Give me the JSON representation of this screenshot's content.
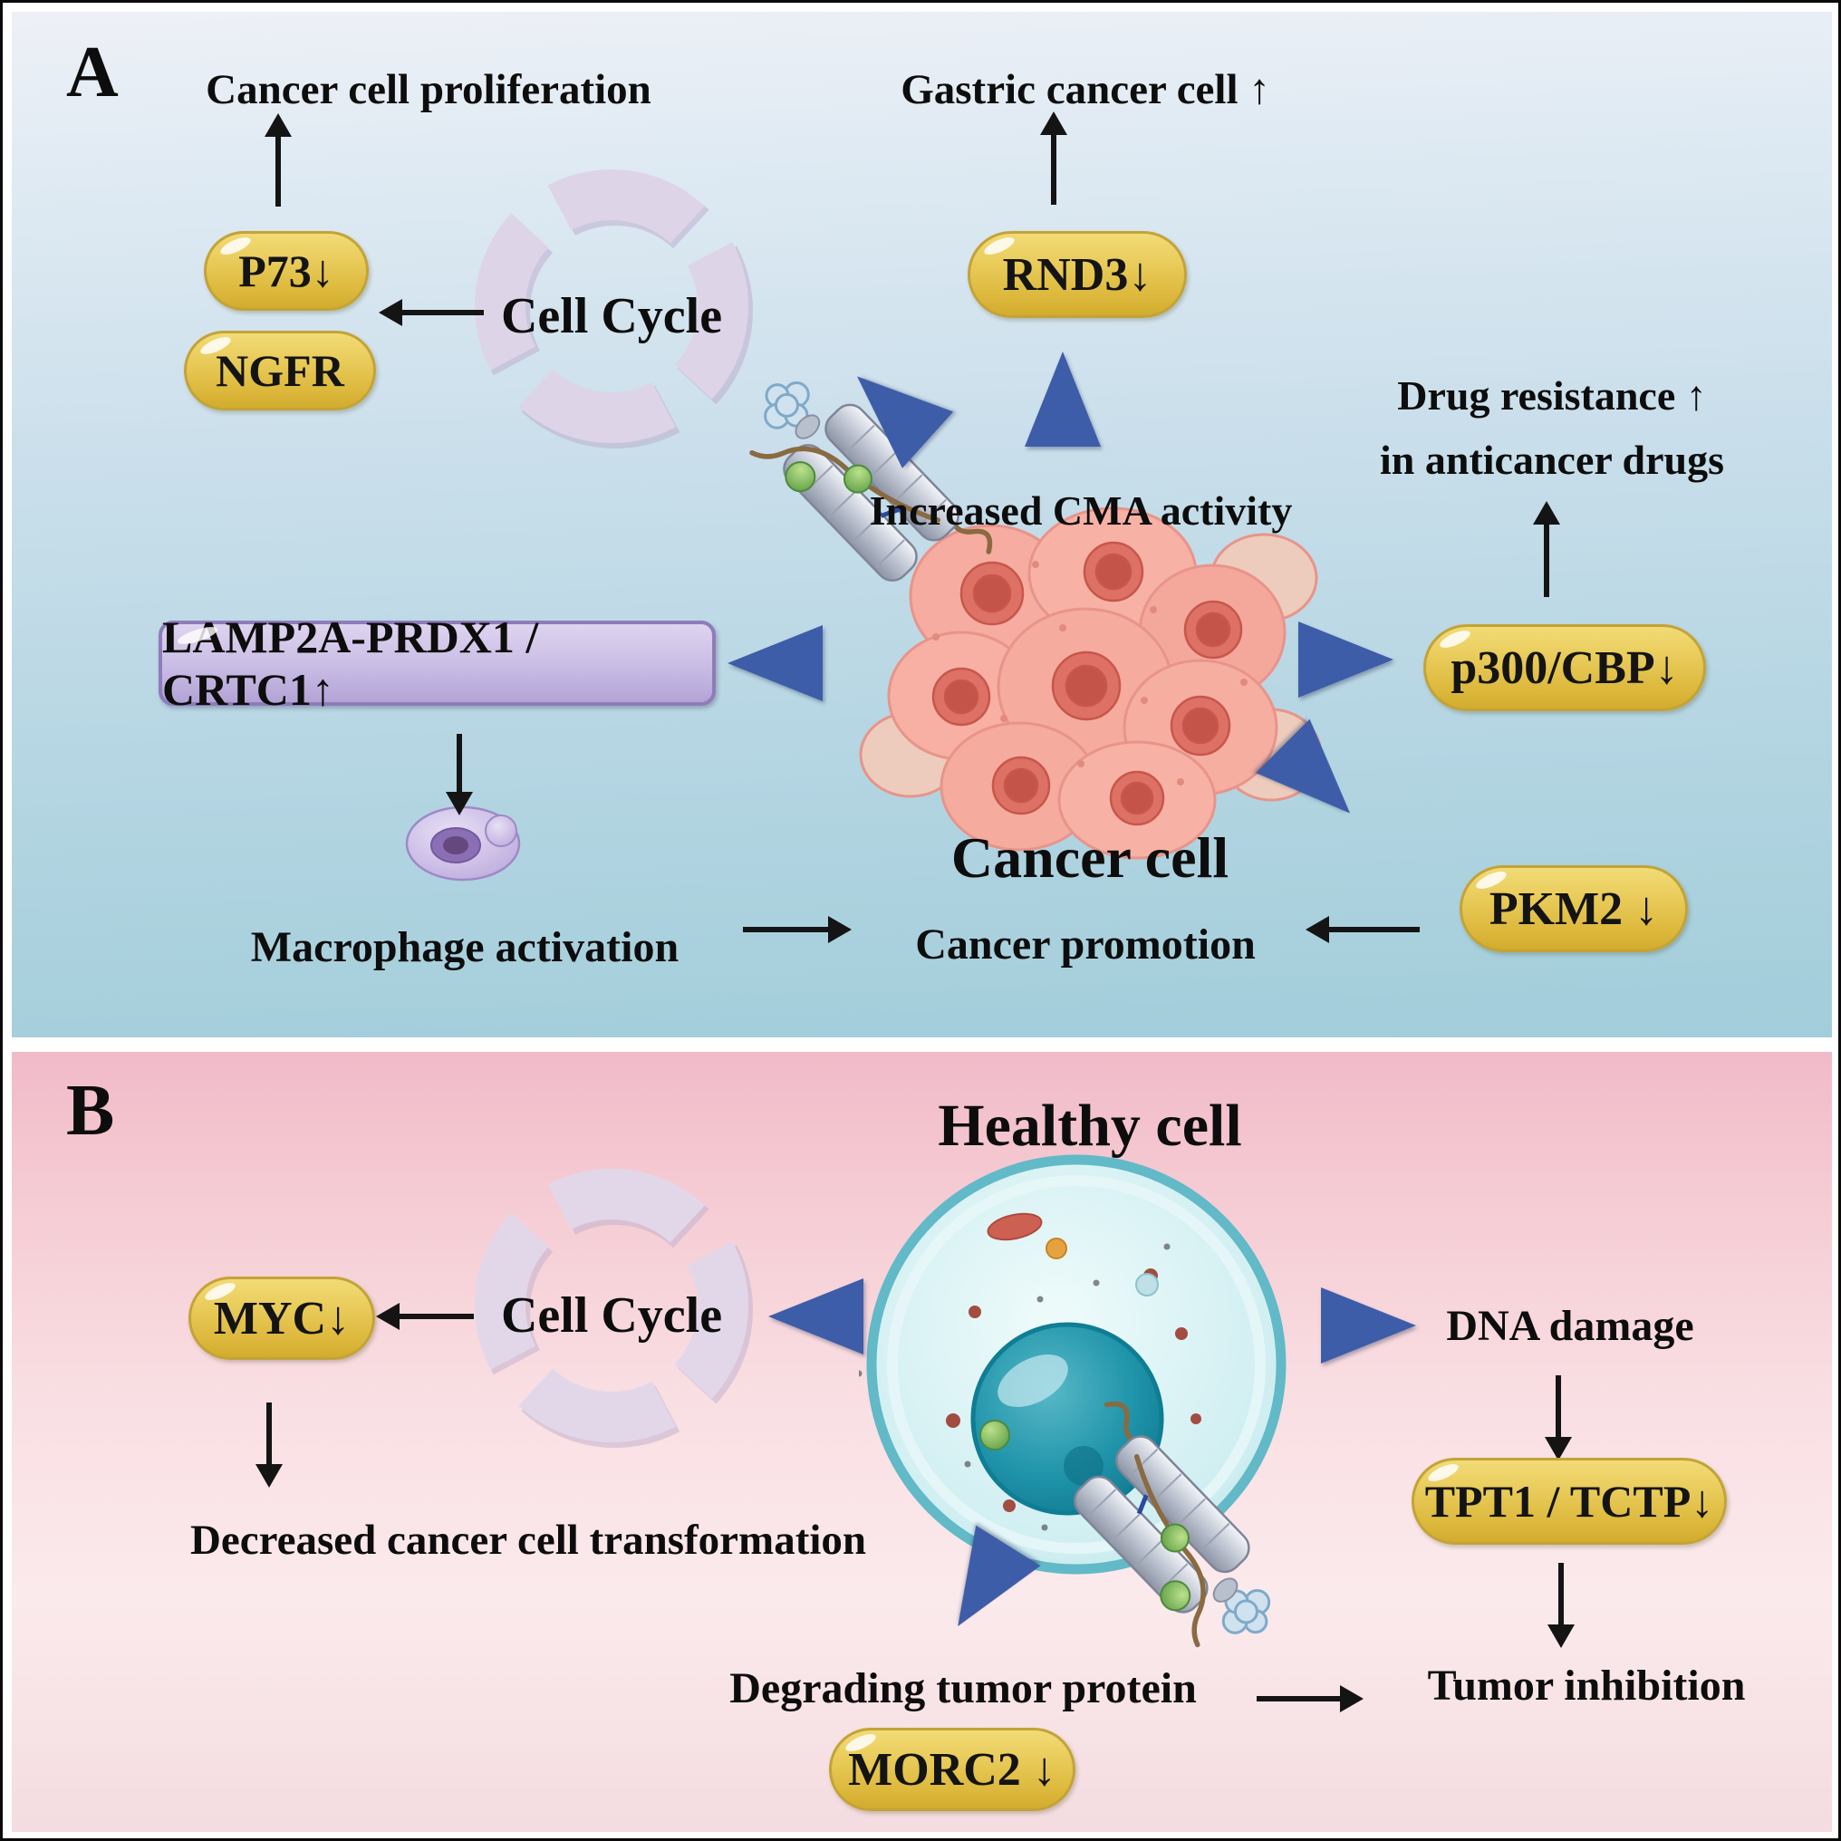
{
  "figure": {
    "description": "Diagram of CMA (chaperone-mediated autophagy) effects in cancer cells (A) and healthy cells (B)"
  },
  "colors": {
    "pill_yellow": "#e3c24c",
    "purple_box": "#c7badf",
    "wedge_blue": "#3d5da8",
    "panel_a_bg": "#bcd9e6",
    "panel_b_bg": "#f6cdd6"
  },
  "panel_a": {
    "label": "A",
    "texts": {
      "proliferation": "Cancer cell proliferation",
      "cell_cycle": "Cell Cycle",
      "gastric": "Gastric cancer cell ↑",
      "drug_resistance_line1": "Drug resistance ↑",
      "drug_resistance_line2": "in anticancer drugs",
      "increased_cma": "Increased CMA activity",
      "cancer_cell": "Cancer cell",
      "cancer_promotion": "Cancer promotion",
      "macrophage_activation": "Macrophage activation"
    },
    "pills": {
      "p73": "P73↓",
      "ngfr": "NGFR",
      "rnd3": "RND3↓",
      "p300_cbp": "p300/CBP↓",
      "pkm2": "PKM2 ↓"
    },
    "box": {
      "lamp2a": "LAMP2A-PRDX1 / CRTC1↑"
    }
  },
  "panel_b": {
    "label": "B",
    "texts": {
      "healthy_cell": "Healthy cell",
      "cell_cycle": "Cell Cycle",
      "decreased_transformation": "Decreased cancer cell transformation",
      "dna_damage": "DNA damage",
      "tumor_inhibition": "Tumor inhibition",
      "degrading_tumor_protein": "Degrading tumor protein"
    },
    "pills": {
      "myc": "MYC↓",
      "tpt1_tctp": "TPT1 / TCTP↓",
      "morc2": "MORC2 ↓"
    }
  }
}
